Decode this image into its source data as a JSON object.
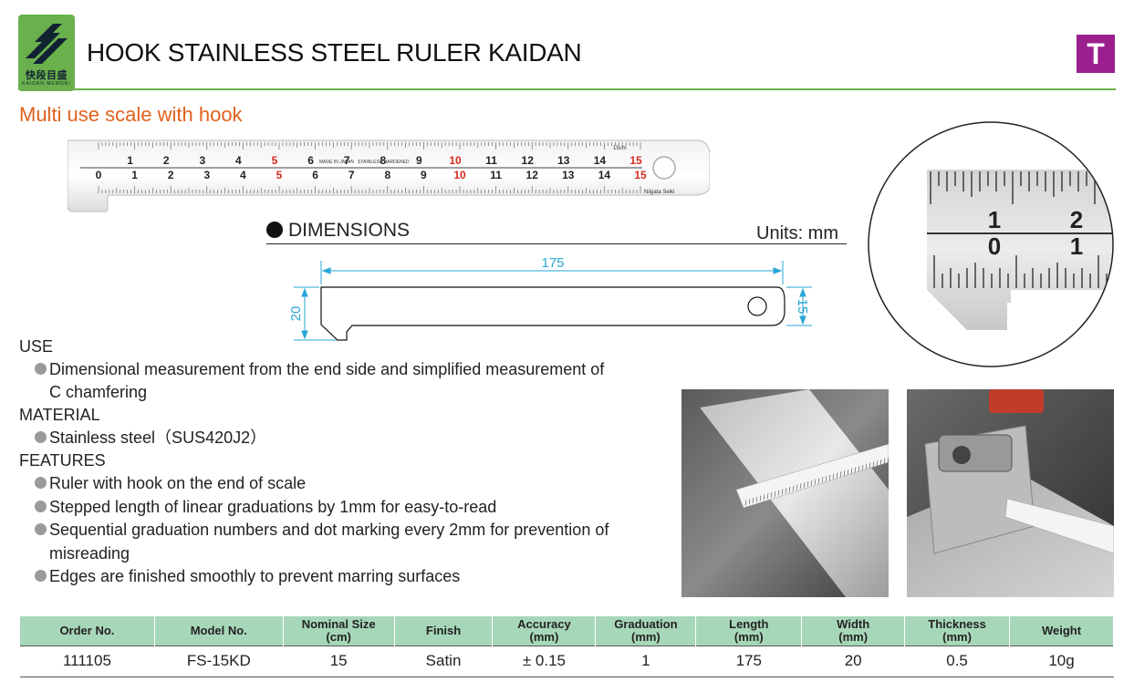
{
  "header": {
    "logo_text": "快段目盛",
    "logo_subtext": "KAIDAN MEMORI",
    "title": "HOOK STAINLESS STEEL RULER KAIDAN",
    "badge": "T"
  },
  "subtitle": "Multi use scale with hook",
  "ruler": {
    "top_numbers": [
      "1",
      "2",
      "3",
      "4",
      "5",
      "6",
      "7",
      "8",
      "9",
      "10",
      "11",
      "12",
      "13",
      "14",
      "15"
    ],
    "bottom_numbers": [
      "0",
      "1",
      "2",
      "3",
      "4",
      "5",
      "6",
      "7",
      "8",
      "9",
      "10",
      "11",
      "12",
      "13",
      "14",
      "15"
    ],
    "unit_label": "15cm",
    "made_in": "MADE IN JAPAN",
    "stainless": "STAINLESS HARDENED",
    "brand": "Niigata Seiki"
  },
  "dimensions": {
    "heading": "DIMENSIONS",
    "units": "Units: mm",
    "length": "175",
    "width": "20",
    "end_width": "15"
  },
  "zoom": {
    "top": [
      "1",
      "2"
    ],
    "bottom": [
      "0",
      "1"
    ]
  },
  "use": {
    "heading": "USE",
    "items": [
      "Dimensional measurement from the end side and simplified measurement of"
    ],
    "continuation": "C chamfering"
  },
  "material": {
    "heading": "MATERIAL",
    "items": [
      "Stainless steel（SUS420J2）"
    ]
  },
  "features": {
    "heading": "FEATURES",
    "items": [
      "Ruler with hook on the end of scale",
      "Stepped length of linear graduations by 1mm for easy-to-read",
      "Sequential graduation numbers and dot marking every 2mm for prevention of",
      "Edges are finished smoothly to prevent marring surfaces"
    ],
    "continuation": "misreading"
  },
  "table": {
    "headers": [
      [
        "Order No.",
        ""
      ],
      [
        "Model No.",
        ""
      ],
      [
        "Nominal Size",
        "(cm)"
      ],
      [
        "Finish",
        ""
      ],
      [
        "Accuracy",
        "(mm)"
      ],
      [
        "Graduation",
        "(mm)"
      ],
      [
        "Length",
        "(mm)"
      ],
      [
        "Width",
        "(mm)"
      ],
      [
        "Thickness",
        "(mm)"
      ],
      [
        "Weight",
        ""
      ]
    ],
    "row": [
      "111105",
      "FS-15KD",
      "15",
      "Satin",
      "± 0.15",
      "1",
      "175",
      "20",
      "0.5",
      "10g"
    ]
  },
  "colors": {
    "brand_green": "#6ab04c",
    "accent_orange": "#e0621e",
    "badge_purple": "#9b1f8c",
    "table_header": "#a7d7b9",
    "scale_red": "#d62b1e"
  }
}
